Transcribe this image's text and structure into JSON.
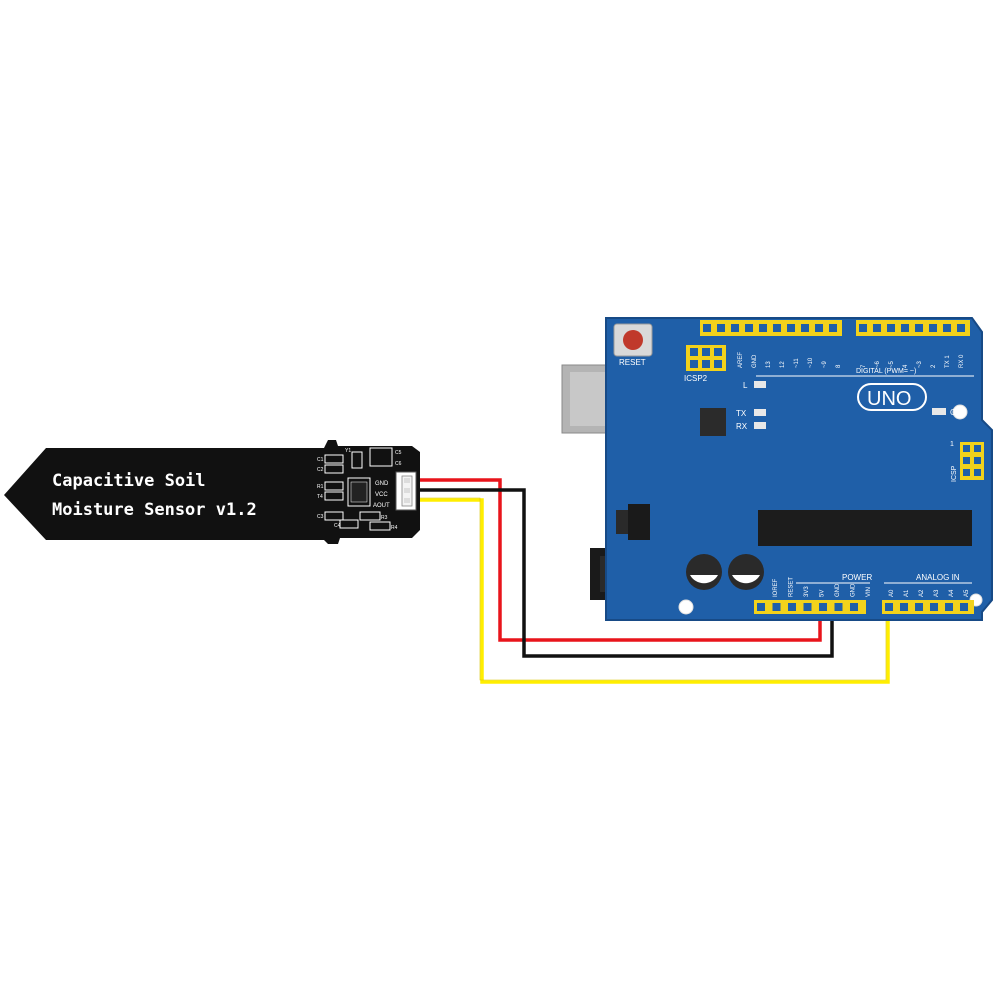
{
  "sensor": {
    "title_line1": "Capacitive Soil",
    "title_line2": "Moisture Sensor v1.2",
    "pins": [
      "GND",
      "VCC",
      "AOUT"
    ],
    "components": [
      "C1",
      "C2",
      "R1",
      "T4",
      "C3",
      "C4",
      "R3",
      "R4",
      "C5",
      "C6",
      "Y1"
    ]
  },
  "arduino": {
    "logo": "UNO",
    "reset_label": "RESET",
    "icsp2_label": "ICSP2",
    "icsp_label": "ICSP",
    "icsp_pin1": "1",
    "led_l": "L",
    "led_tx": "TX",
    "led_rx": "RX",
    "led_on": "ON",
    "digital_label": "DIGITAL (PWM= ~)",
    "power_label": "POWER",
    "analog_label": "ANALOG IN",
    "digital_pins": [
      "AREF",
      "GND",
      "13",
      "12",
      "~11",
      "~10",
      "~9",
      "8",
      "7",
      "~6",
      "~5",
      "4",
      "~3",
      "2",
      "TX 1",
      "RX 0"
    ],
    "power_pins": [
      "IOREF",
      "RESET",
      "3V3",
      "5V",
      "GND",
      "GND",
      "VIN"
    ],
    "analog_pins": [
      "A0",
      "A1",
      "A2",
      "A3",
      "A4",
      "A5"
    ]
  },
  "wires": [
    {
      "name": "vcc-wire",
      "color": "#e8141b"
    },
    {
      "name": "gnd-wire",
      "color": "#111111"
    },
    {
      "name": "signal-wire",
      "color": "#ffee00"
    }
  ],
  "colors": {
    "board": "#1f5fa8",
    "board_edge": "#174a86",
    "header": "#f2d21b",
    "pcb": "#111111"
  }
}
